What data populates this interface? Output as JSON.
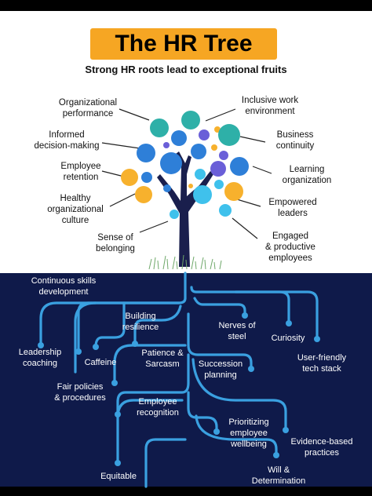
{
  "title": "The HR Tree",
  "subtitle": "Strong HR roots lead to exceptional fruits",
  "colors": {
    "title_bg": "#f6a623",
    "roots_bg": "#0f1a4a",
    "root_line": "#3aa0e0",
    "trunk": "#1a1f4d",
    "teal": "#2eb0a8",
    "blue": "#2e7fd8",
    "purple": "#6a5fd8",
    "sky": "#3fc1ec",
    "orange": "#f7b12d"
  },
  "fruits": {
    "organizational_performance": "Organizational\nperformance",
    "informed_decision_making": "Informed\ndecision-making",
    "employee_retention": "Employee\nretention",
    "healthy_culture": "Healthy\norganizational\nculture",
    "sense_of_belonging": "Sense of\nbelonging",
    "inclusive_work_environment": "Inclusive work\nenvironment",
    "business_continuity": "Business\ncontinuity",
    "learning_organization": "Learning\norganization",
    "empowered_leaders": "Empowered\nleaders",
    "engaged_employees": "Engaged\n& productive\nemployees"
  },
  "roots": {
    "continuous_skills_development": "Continuous skills\ndevelopment",
    "building_resilience": "Building\nresilience",
    "nerves_of_steel": "Nerves of\nsteel",
    "curiosity": "Curiosity",
    "leadership_coaching": "Leadership\ncoaching",
    "caffeine": "Caffeine",
    "patience_sarcasm": "Patience &\nSarcasm",
    "succession_planning": "Succession\nplanning",
    "user_friendly_tech_stack": "User-friendly\ntech stack",
    "fair_policies": "Fair policies\n& procedures",
    "employee_recognition": "Employee\nrecognition",
    "prioritizing_wellbeing": "Prioritizing\nemployee\nwellbeing",
    "evidence_based_practices": "Evidence-based\npractices",
    "equitable": "Equitable",
    "will_determination": "Will &\nDetermination"
  }
}
